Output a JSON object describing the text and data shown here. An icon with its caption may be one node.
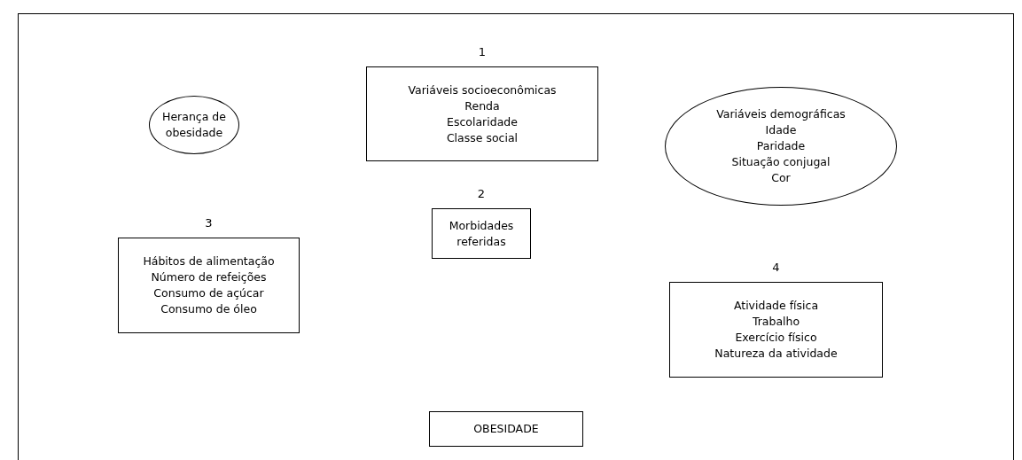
{
  "diagram": {
    "nodes": [
      {
        "text": [
          "Herança de obesidade"
        ]
      },
      {
        "text": [
          "1",
          "Variáveis socioeconômicas",
          "Renda",
          "Escolaridade",
          "Classe social"
        ]
      },
      {
        "text": [
          "Variáveis demográficas",
          "Idade",
          "Paridade",
          "Situação conjugal",
          "Cor"
        ]
      },
      {
        "text": [
          "2",
          "Morbidades referidas"
        ]
      },
      {
        "text": [
          "3",
          "Hábitos de alimentação",
          "Número de refeições",
          "Consumo de açúcar",
          "Consumo de óleo"
        ]
      },
      {
        "text": [
          "4",
          "Atividade física",
          "Trabalho",
          "Exercício físico",
          "Natureza da atividade"
        ]
      },
      {
        "text": [
          "OBESIDADE"
        ]
      }
    ]
  }
}
